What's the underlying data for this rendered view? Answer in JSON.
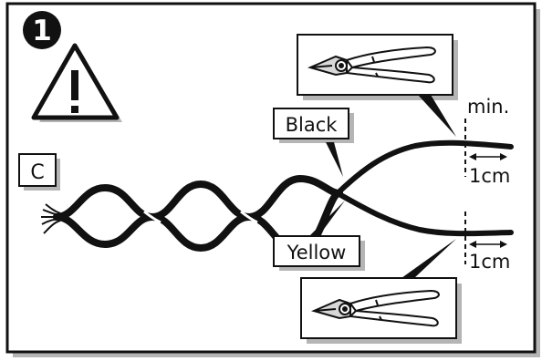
{
  "step": {
    "number": "1"
  },
  "labels": {
    "connector": "C",
    "black_wire": "Black",
    "yellow_wire": "Yellow",
    "min": "min.",
    "strip_top": "1cm",
    "strip_bottom": "1cm"
  },
  "icons": {
    "warning": "warning-triangle-icon",
    "cutter_top": "wire-cutter-icon",
    "cutter_bottom": "wire-cutter-icon"
  },
  "colors": {
    "ink": "#111111",
    "shadow": "#b5b5b5",
    "paper": "#ffffff"
  }
}
